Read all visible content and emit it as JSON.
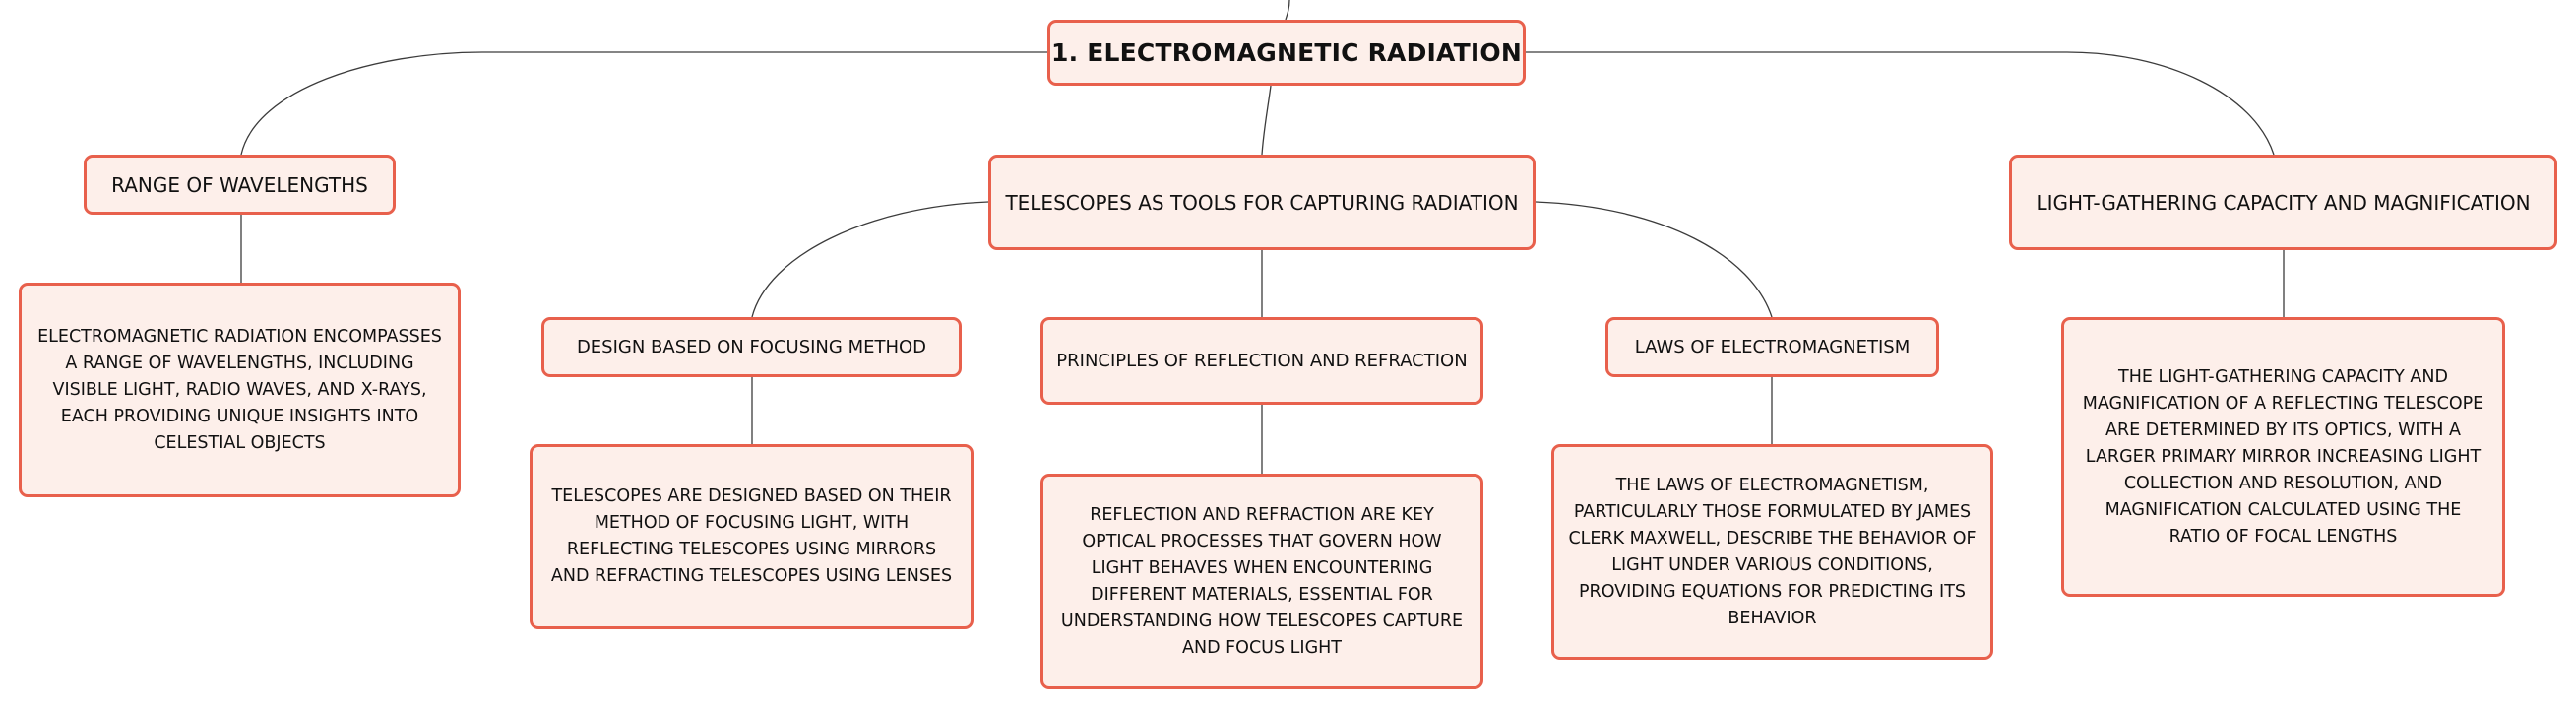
{
  "diagram": {
    "type": "mind-map",
    "colors": {
      "node_fill": "#fdefea",
      "node_border": "#e8604c",
      "connector": "#3c3c3c",
      "text": "#111111"
    },
    "root": {
      "label": "1. ELECTROMAGNETIC RADIATION"
    },
    "branches": {
      "range": {
        "label": "RANGE OF WAVELENGTHS",
        "description": "ELECTROMAGNETIC RADIATION ENCOMPASSES A RANGE OF WAVELENGTHS, INCLUDING VISIBLE LIGHT, RADIO WAVES, AND X-RAYS, EACH PROVIDING UNIQUE INSIGHTS INTO CELESTIAL OBJECTS"
      },
      "telescopes": {
        "label": "TELESCOPES AS TOOLS FOR CAPTURING RADIATION",
        "children": {
          "design": {
            "label": "DESIGN BASED ON FOCUSING METHOD",
            "description": "TELESCOPES ARE DESIGNED BASED ON THEIR METHOD OF FOCUSING LIGHT, WITH REFLECTING TELESCOPES USING MIRRORS AND REFRACTING TELESCOPES USING LENSES"
          },
          "principles": {
            "label": "PRINCIPLES OF REFLECTION AND REFRACTION",
            "description": "REFLECTION AND REFRACTION ARE KEY OPTICAL PROCESSES THAT GOVERN HOW LIGHT BEHAVES WHEN ENCOUNTERING DIFFERENT MATERIALS, ESSENTIAL FOR UNDERSTANDING HOW TELESCOPES CAPTURE AND FOCUS LIGHT"
          },
          "laws": {
            "label": "LAWS OF ELECTROMAGNETISM",
            "description": "THE LAWS OF ELECTROMAGNETISM, PARTICULARLY THOSE FORMULATED BY JAMES CLERK MAXWELL, DESCRIBE THE BEHAVIOR OF LIGHT UNDER VARIOUS CONDITIONS, PROVIDING EQUATIONS FOR PREDICTING ITS BEHAVIOR"
          }
        }
      },
      "capacity": {
        "label": "LIGHT-GATHERING CAPACITY AND MAGNIFICATION",
        "description": "THE LIGHT-GATHERING CAPACITY AND MAGNIFICATION OF A REFLECTING TELESCOPE ARE DETERMINED BY ITS OPTICS, WITH A LARGER PRIMARY MIRROR INCREASING LIGHT COLLECTION AND RESOLUTION, AND MAGNIFICATION CALCULATED USING THE RATIO OF FOCAL LENGTHS"
      }
    }
  }
}
